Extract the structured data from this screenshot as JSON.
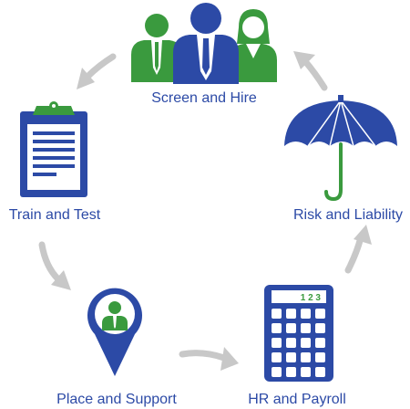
{
  "steps": {
    "screen_hire": "Screen and Hire",
    "train_test": "Train and Test",
    "place_support": "Place and Support",
    "hr_payroll": "HR and Payroll",
    "risk_liability": "Risk and Liability"
  },
  "calculator": {
    "display": "1 2 3"
  },
  "colors": {
    "blue": "#2c4aa6",
    "green": "#3a9a3e",
    "arrow_gray": "#c8c8c8",
    "label": "#2c4aa6"
  },
  "icons": [
    "people-group-icon",
    "clipboard-icon",
    "location-pin-person-icon",
    "calculator-icon",
    "umbrella-icon",
    "cycle-arrow-icon"
  ]
}
